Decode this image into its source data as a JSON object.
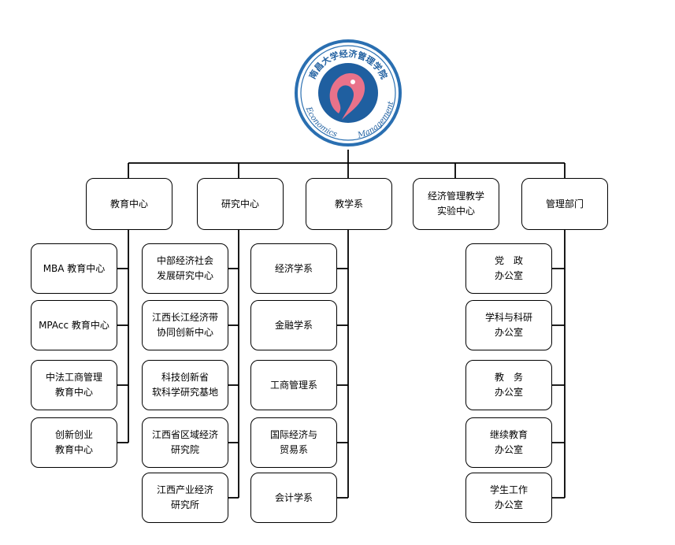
{
  "logo": {
    "ring_text_cn": "南昌大学经济管理学院",
    "ring_text_en_left": "Economics",
    "ring_text_en_right": "Management",
    "colors": {
      "ring": "#2a6fb1",
      "inner": "#1f5fa0",
      "accent": "#e9728a"
    }
  },
  "departments": [
    {
      "label": "教育中心",
      "children": [
        "MBA 教育中心",
        "MPAcc 教育中心",
        "中法工商管理\n教育中心",
        "创新创业\n教育中心"
      ]
    },
    {
      "label": "研究中心",
      "children": [
        "中部经济社会\n发展研究中心",
        "江西长江经济带\n协同创新中心",
        "科技创新省\n软科学研究基地",
        "江西省区域经济\n研究院",
        "江西产业经济\n研究所"
      ]
    },
    {
      "label": "教学系",
      "children": [
        "经济学系",
        "金融学系",
        "工商管理系",
        "国际经济与\n贸易系",
        "会计学系"
      ]
    },
    {
      "label": "经济管理教学\n实验中心",
      "children": []
    },
    {
      "label": "管理部门",
      "children": [
        "党　政\n办公室",
        "学科与科研\n办公室",
        "教　务\n办公室",
        "继续教育\n办公室",
        "学生工作\n办公室"
      ]
    }
  ]
}
